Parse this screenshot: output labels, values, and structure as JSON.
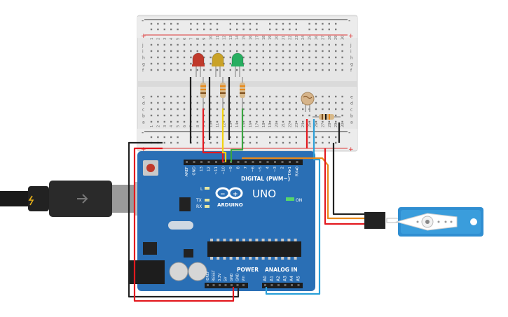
{
  "board": {
    "name": "UNO",
    "brand": "ARDUINO",
    "digital_header": "DIGITAL (PWM~)",
    "power_header": "POWER",
    "analog_header": "ANALOG IN",
    "on_label": "ON",
    "led_l": "L",
    "led_tx": "TX",
    "led_rx": "RX",
    "digital_pins": [
      "AREF",
      "GND",
      "13",
      "12",
      "~11",
      "~10",
      "~9",
      "8",
      "7",
      "~6",
      "~5",
      "4",
      "~3",
      "2",
      "TX▸1",
      "RX◂0"
    ],
    "power_pins": [
      "IOREF",
      "RESET",
      "3.3V",
      "5V",
      "GND",
      "GND",
      "Vin"
    ],
    "analog_pins": [
      "A0",
      "A1",
      "A2",
      "A3",
      "A4",
      "A5"
    ],
    "color": "#2a6fb5"
  },
  "breadboard": {
    "rail_plus": "+",
    "rail_minus": "-",
    "row_letters_top": [
      "j",
      "i",
      "h",
      "g",
      "f"
    ],
    "row_letters_bottom": [
      "e",
      "d",
      "c",
      "b",
      "a"
    ],
    "column_numbers": [
      "1",
      "2",
      "3",
      "4",
      "5",
      "6",
      "7",
      "8",
      "9",
      "10",
      "11",
      "12",
      "13",
      "14",
      "15",
      "16",
      "17",
      "18",
      "19",
      "20",
      "21",
      "22",
      "23",
      "24",
      "25",
      "26",
      "27",
      "28",
      "29",
      "30"
    ]
  },
  "components": {
    "leds": [
      {
        "color": "#c0392b"
      },
      {
        "color": "#c9a227"
      },
      {
        "color": "#27ae60"
      }
    ],
    "wire_colors": {
      "red": "#e3191f",
      "black": "#222222",
      "yellow": "#f2d20f",
      "green": "#3aa641",
      "orange": "#e8891a",
      "blue": "#2a9fd8"
    }
  }
}
